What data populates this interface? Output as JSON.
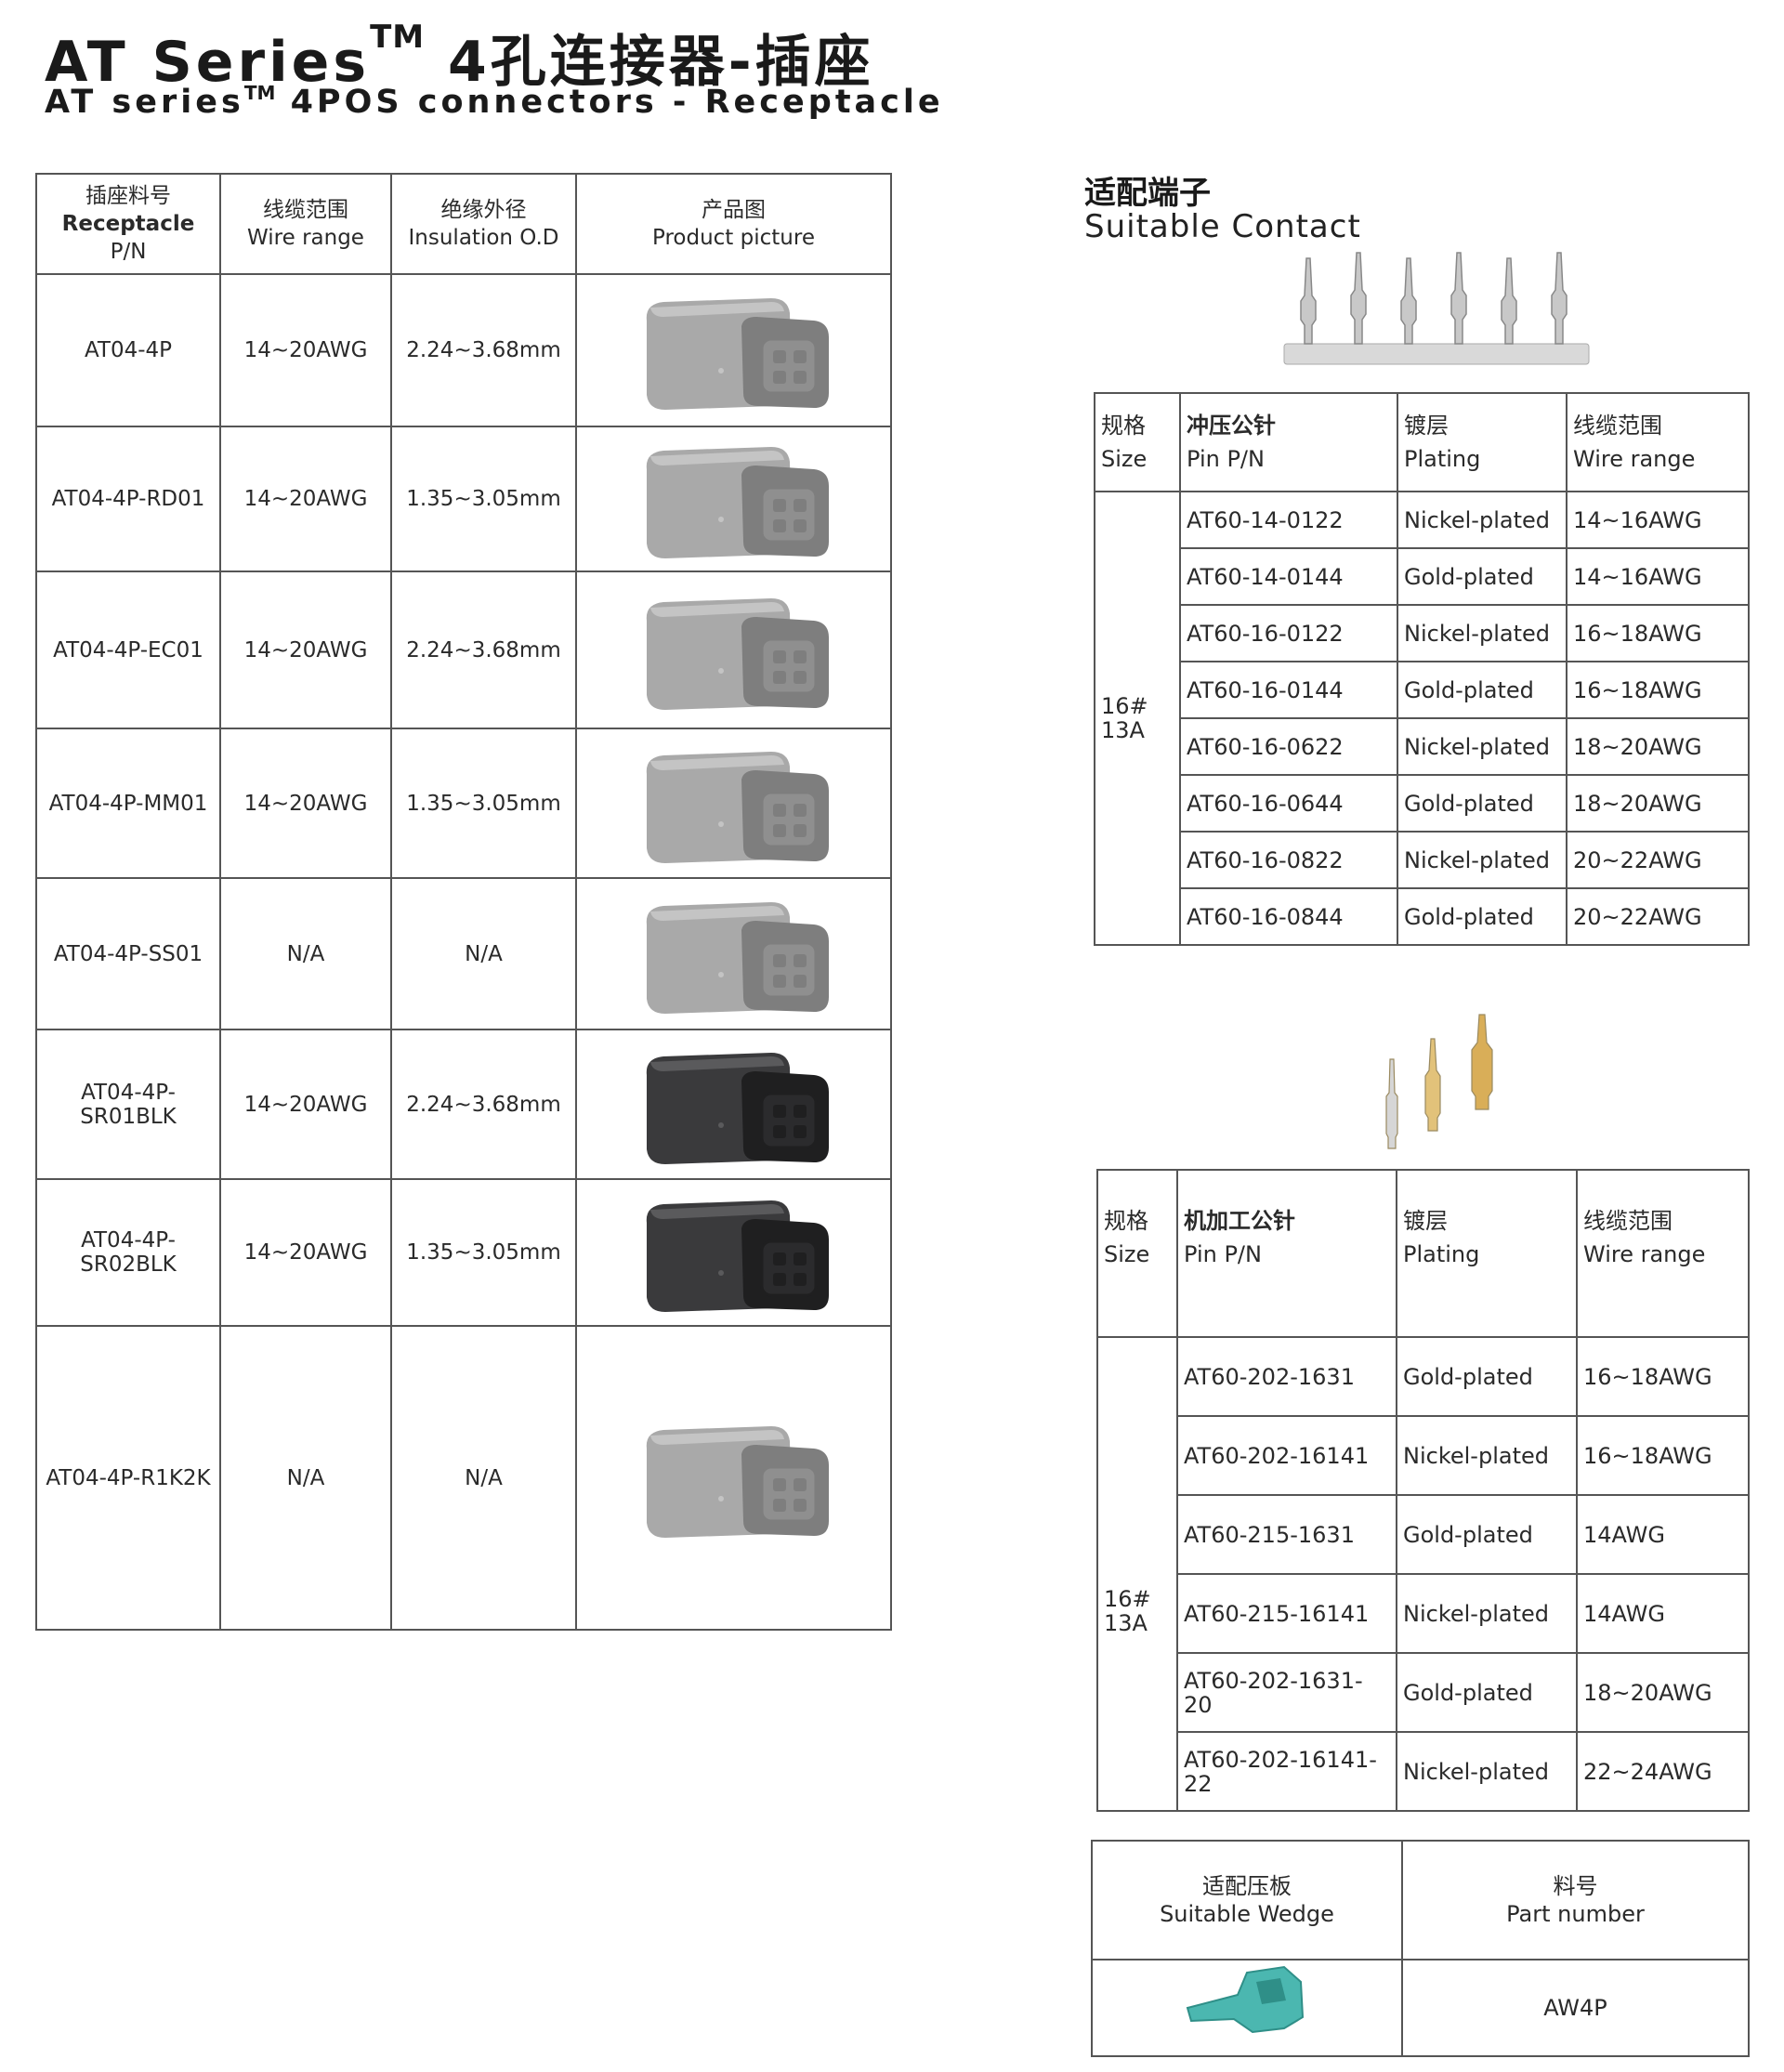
{
  "title": {
    "main": "AT Series",
    "tm": "TM",
    "cn": "4孔连接器-插座"
  },
  "subtitle": {
    "main": "AT series",
    "tm": "TM",
    "rest": "4POS connectors - Receptacle"
  },
  "receptacle_table": {
    "headers": [
      {
        "cn": "插座料号",
        "en": "Receptacle",
        "en2": "P/N"
      },
      {
        "cn": "线缆范围",
        "en": "Wire range"
      },
      {
        "cn": "绝缘外径",
        "en": "Insulation O.D"
      },
      {
        "cn": "产品图",
        "en": "Product picture"
      }
    ],
    "rows": [
      {
        "pn": "AT04-4P",
        "wire": "14~20AWG",
        "od": "2.24~3.68mm",
        "color": "gray"
      },
      {
        "pn": "AT04-4P-RD01",
        "wire": "14~20AWG",
        "od": "1.35~3.05mm",
        "color": "gray"
      },
      {
        "pn": "AT04-4P-EC01",
        "wire": "14~20AWG",
        "od": "2.24~3.68mm",
        "color": "gray"
      },
      {
        "pn": "AT04-4P-MM01",
        "wire": "14~20AWG",
        "od": "1.35~3.05mm",
        "color": "gray"
      },
      {
        "pn": "AT04-4P-SS01",
        "wire": "N/A",
        "od": "N/A",
        "color": "gray"
      },
      {
        "pn": "AT04-4P-",
        "pn2": "SR01BLK",
        "wire": "14~20AWG",
        "od": "2.24~3.68mm",
        "color": "black"
      },
      {
        "pn": "AT04-4P-",
        "pn2": "SR02BLK",
        "wire": "14~20AWG",
        "od": "1.35~3.05mm",
        "color": "black"
      },
      {
        "pn": "AT04-4P-R1K2K",
        "wire": "N/A",
        "od": "N/A",
        "color": "gray"
      }
    ]
  },
  "contact_section": {
    "cn": "适配端子",
    "en": "Suitable Contact"
  },
  "stamped_table": {
    "headers": {
      "size_cn": "规格",
      "size_en": "Size",
      "pin_cn": "冲压公针",
      "pin_en": "Pin P/N",
      "plating_cn": "镀层",
      "plating_en": "Plating",
      "wire_cn": "线缆范围",
      "wire_en": "Wire range"
    },
    "size_line1": "16#",
    "size_line2": "13A",
    "rows": [
      {
        "pn": "AT60-14-0122",
        "plating": "Nickel-plated",
        "wire": "14~16AWG"
      },
      {
        "pn": "AT60-14-0144",
        "plating": "Gold-plated",
        "wire": "14~16AWG"
      },
      {
        "pn": "AT60-16-0122",
        "plating": "Nickel-plated",
        "wire": "16~18AWG"
      },
      {
        "pn": "AT60-16-0144",
        "plating": "Gold-plated",
        "wire": "16~18AWG"
      },
      {
        "pn": "AT60-16-0622",
        "plating": "Nickel-plated",
        "wire": "18~20AWG"
      },
      {
        "pn": "AT60-16-0644",
        "plating": "Gold-plated",
        "wire": "18~20AWG"
      },
      {
        "pn": "AT60-16-0822",
        "plating": "Nickel-plated",
        "wire": "20~22AWG"
      },
      {
        "pn": "AT60-16-0844",
        "plating": "Gold-plated",
        "wire": "20~22AWG"
      }
    ]
  },
  "machined_table": {
    "headers": {
      "size_cn": "规格",
      "size_en": "Size",
      "pin_cn": "机加工公针",
      "pin_en": "Pin P/N",
      "plating_cn": "镀层",
      "plating_en": "Plating",
      "wire_cn": "线缆范围",
      "wire_en": "Wire range"
    },
    "size_line1": "16#",
    "size_line2": "13A",
    "rows": [
      {
        "pn": "AT60-202-1631",
        "plating": "Gold-plated",
        "wire": "16~18AWG"
      },
      {
        "pn": "AT60-202-16141",
        "plating": "Nickel-plated",
        "wire": "16~18AWG"
      },
      {
        "pn": "AT60-215-1631",
        "plating": "Gold-plated",
        "wire": "14AWG"
      },
      {
        "pn": "AT60-215-16141",
        "plating": "Nickel-plated",
        "wire": "14AWG"
      },
      {
        "pn": "AT60-202-1631-20",
        "plating": "Gold-plated",
        "wire": "18~20AWG"
      },
      {
        "pn": "AT60-202-16141-22",
        "plating": "Nickel-plated",
        "wire": "22~24AWG"
      }
    ]
  },
  "wedge_table": {
    "headers": [
      {
        "cn": "适配压板",
        "en": "Suitable Wedge"
      },
      {
        "cn": "料号",
        "en": "Part number"
      }
    ],
    "part_number": "AW4P",
    "wedge_color": "#4bb7b0"
  }
}
